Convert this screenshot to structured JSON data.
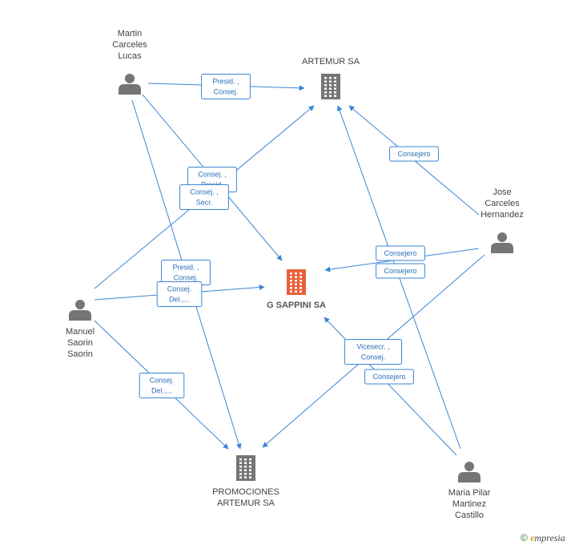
{
  "colors": {
    "edge": "#3b86d6",
    "person": "#757575",
    "company": "#757575",
    "main_company": "#e8603a",
    "label_border": "#3b86d6"
  },
  "nodes": [
    {
      "id": "martin",
      "kind": "person",
      "label": [
        "Martin",
        "Carceles",
        "Lucas"
      ]
    },
    {
      "id": "artemur",
      "kind": "company",
      "label": [
        "ARTEMUR SA"
      ]
    },
    {
      "id": "jose",
      "kind": "person",
      "label": [
        "Jose",
        "Carceles",
        "Hernandez"
      ]
    },
    {
      "id": "gsappini",
      "kind": "main",
      "label": [
        "G SAPPINI SA"
      ]
    },
    {
      "id": "manuel",
      "kind": "person",
      "label": [
        "Manuel",
        "Saorin",
        "Saorin"
      ]
    },
    {
      "id": "promociones",
      "kind": "company",
      "label": [
        "PROMOCIONES",
        "ARTEMUR SA"
      ]
    },
    {
      "id": "maria",
      "kind": "person",
      "label": [
        "Maria Pilar",
        "Martinez",
        "Castillo"
      ]
    }
  ],
  "edges": [
    {
      "from": "martin",
      "to": "artemur",
      "label": [
        "Presid. ,",
        "Consej."
      ]
    },
    {
      "from": "martin",
      "to": "gsappini",
      "label": [
        "Consej. ,",
        "Presid."
      ]
    },
    {
      "from": "martin",
      "to": "promociones",
      "label": [
        "Presid. ,",
        "Consej."
      ]
    },
    {
      "from": "manuel",
      "to": "artemur",
      "label": [
        "Consej. ,",
        "Secr."
      ]
    },
    {
      "from": "manuel",
      "to": "gsappini",
      "label": [
        "Consej.",
        "Del.,..."
      ]
    },
    {
      "from": "manuel",
      "to": "promociones",
      "label": [
        "Consej.",
        "Del.,..."
      ]
    },
    {
      "from": "jose",
      "to": "artemur",
      "label": [
        "Consejero"
      ]
    },
    {
      "from": "jose",
      "to": "gsappini",
      "label": [
        "Consejero"
      ]
    },
    {
      "from": "jose",
      "to": "promociones",
      "label": [
        "Vicesecr. ,",
        "Consej."
      ]
    },
    {
      "from": "maria",
      "to": "artemur",
      "label": [
        "Consejero"
      ]
    },
    {
      "from": "maria",
      "to": "gsappini",
      "label": [
        "Consejero"
      ]
    }
  ],
  "footer": {
    "copyright": "©",
    "brand_initial": "e",
    "brand_rest": "mpresia"
  }
}
